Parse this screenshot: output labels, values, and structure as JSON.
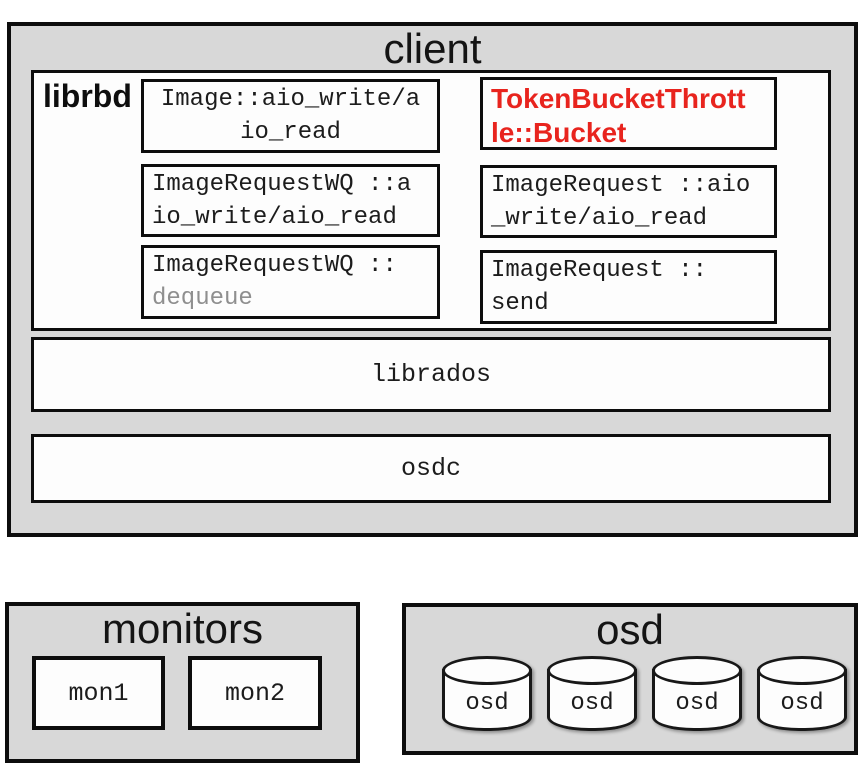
{
  "colors": {
    "accent_red": "#e8241e",
    "muted_text": "#8f8f8f",
    "panel_gray": "#d8d8d8",
    "border_black": "#0d0d0d"
  },
  "client": {
    "title": "client",
    "librbd": {
      "label": "librbd",
      "left_boxes": [
        {
          "lines": [
            "Image::aio_write/a",
            "io_read"
          ]
        },
        {
          "lines": [
            "ImageRequestWQ ::a",
            "io_write/aio_read"
          ]
        },
        {
          "lines": [
            "ImageRequestWQ ::",
            "dequeue"
          ]
        }
      ],
      "right_boxes": [
        {
          "lines": [
            "TokenBucketThrott",
            "le::Bucket"
          ]
        },
        {
          "lines": [
            "ImageRequest ::aio",
            "_write/aio_read"
          ]
        },
        {
          "lines": [
            "ImageRequest ::",
            "send"
          ]
        }
      ]
    },
    "librados_label": "librados",
    "osdc_label": "osdc"
  },
  "monitors": {
    "title": "monitors",
    "nodes": [
      "mon1",
      "mon2"
    ]
  },
  "osd_cluster": {
    "title": "osd",
    "nodes": [
      "osd",
      "osd",
      "osd",
      "osd"
    ]
  }
}
